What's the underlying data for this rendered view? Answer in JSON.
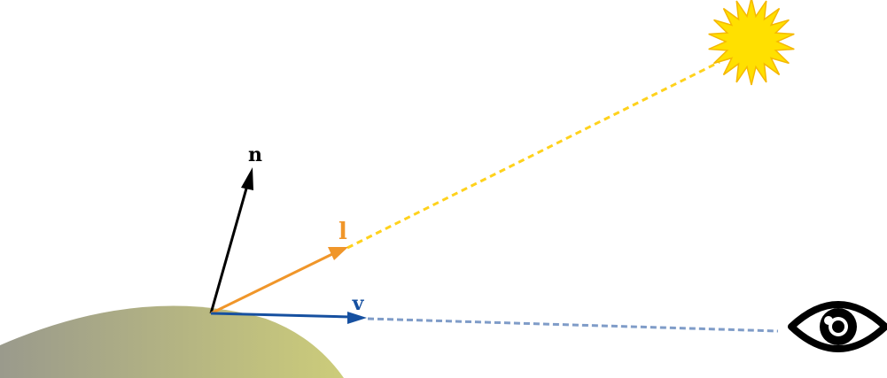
{
  "labels": {
    "normal": "n",
    "light": "l",
    "view": "v"
  },
  "icons": {
    "light_source": "sun-icon",
    "viewer": "eye-icon"
  },
  "colors": {
    "normal": "#000000",
    "light": "#f0962a",
    "light_ray": "#ffd21c",
    "view": "#1650a0",
    "view_ray": "#7f9cc8",
    "sun_fill": "#ffe000",
    "sun_stroke": "#f5b800",
    "surface_left": "#9a9a8c",
    "surface_right": "#cccc7a",
    "eye": "#000000"
  }
}
